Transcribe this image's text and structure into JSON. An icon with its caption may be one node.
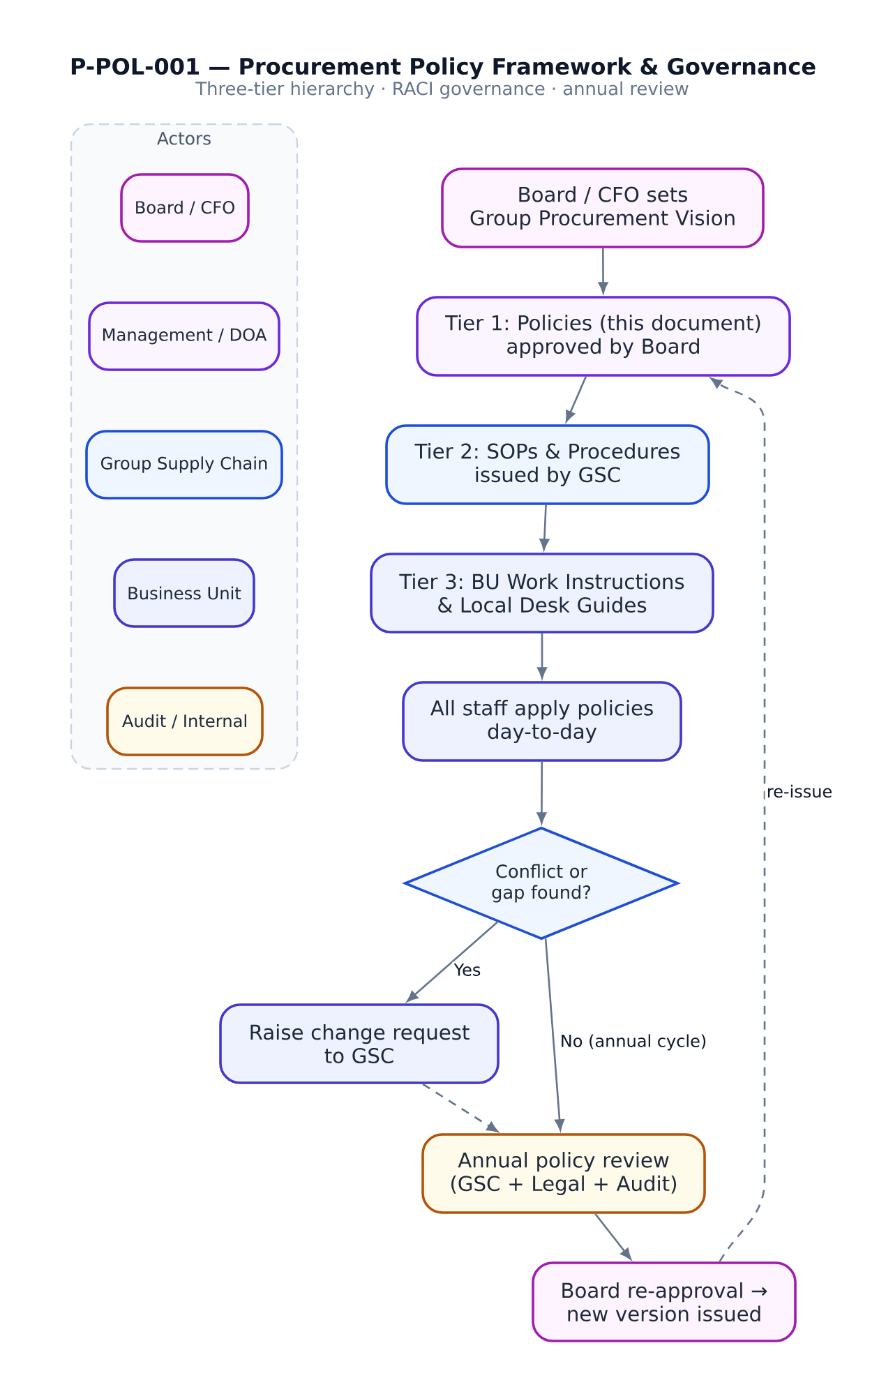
{
  "diagram": {
    "title": "P-POL-001 — Procurement Policy Framework & Governance",
    "nodes": [
      {
        "text": [
          "Actors"
        ]
      },
      {
        "text": [
          "Board / CFO"
        ],
        "in": 0
      },
      {
        "text": [
          "Management / DOA"
        ],
        "in": 0
      },
      {
        "text": [
          "Group Supply Chain"
        ],
        "in": 0
      },
      {
        "text": [
          "Business Unit"
        ],
        "in": 0
      },
      {
        "text": [
          "Audit / Internal"
        ],
        "in": 0
      },
      {
        "text": [
          "Board / CFO sets Group Procurement Vision"
        ]
      },
      {
        "text": [
          "Tier 1: Policies (this document) approved by Board"
        ]
      },
      {
        "text": [
          "Tier 2: SOPs & Procedures issued by GSC"
        ]
      },
      {
        "text": [
          "Tier 3: BU Work Instructions & Local Desk Guides"
        ]
      },
      {
        "text": [
          "All staff apply policies day-to-day"
        ]
      },
      {
        "text": [
          "Conflict or gap found?"
        ]
      },
      {
        "text": [
          "Raise change request to GSC"
        ]
      },
      {
        "text": [
          "Annual policy review (GSC + Legal + Audit)"
        ]
      },
      {
        "text": [
          "Board re-approval → new version issued"
        ]
      }
    ],
    "edges": [
      {
        "from": 6,
        "to": 7,
        "arrow": "to"
      },
      {
        "from": 7,
        "to": 8,
        "arrow": "to"
      },
      {
        "from": 8,
        "to": 9,
        "arrow": "to"
      },
      {
        "from": 9,
        "to": 10,
        "arrow": "to"
      },
      {
        "from": 10,
        "to": 11,
        "arrow": "to"
      },
      {
        "from": 11,
        "to": 12,
        "arrow": "to",
        "label": "Yes"
      },
      {
        "from": 11,
        "to": 13,
        "arrow": "to",
        "label": "No (annual cycle)"
      },
      {
        "from": 12,
        "to": 13,
        "arrow": "to",
        "style": "dashed"
      },
      {
        "from": 13,
        "to": 14,
        "arrow": "to"
      },
      {
        "from": 14,
        "to": 7,
        "arrow": "to",
        "style": "dashed",
        "label": "re-issue"
      }
    ],
    "labels": [
      "Three-tier hierarchy · RACI governance · annual review"
    ]
  }
}
